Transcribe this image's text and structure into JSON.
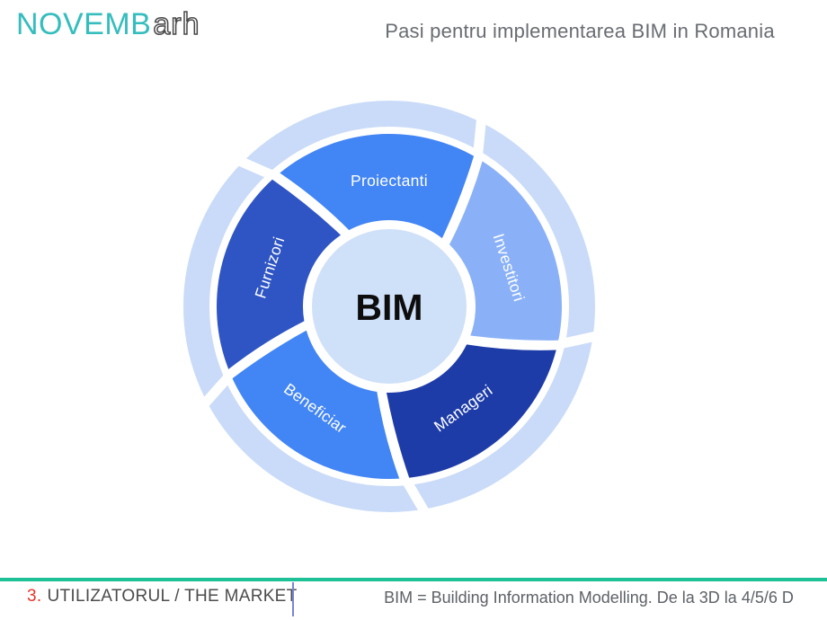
{
  "logo": {
    "primary": "NOVEMB",
    "secondary": "arh",
    "primary_color": "#35bdbd",
    "secondary_outline": "#474747"
  },
  "header": {
    "title": "Pasi pentru implementarea BIM in Romania"
  },
  "diagram": {
    "center_label": "BIM",
    "center_color": "#cfe0f9",
    "ring_color": "#c9dbf8",
    "label_color": "#ffffff",
    "segments": [
      {
        "label": "Proiectanti",
        "color": "#4285f4",
        "angle": 90,
        "label_rotation": 0
      },
      {
        "label": "Investitori",
        "color": "#8ab1f7",
        "angle": 18,
        "label_rotation": 72
      },
      {
        "label": "Manageri",
        "color": "#1e3ca8",
        "angle": -54,
        "label_rotation": -36
      },
      {
        "label": "Beneficiar",
        "color": "#4285f4",
        "angle": 234,
        "label_rotation": 36
      },
      {
        "label": "Furnizori",
        "color": "#2e55c3",
        "angle": 162,
        "label_rotation": -72
      }
    ]
  },
  "footer": {
    "section_number": "3.",
    "section_title": "UTILIZATORUL / THE MARKET",
    "note": "BIM = Building Information Modelling. De la 3D la 4/5/6 D",
    "accent_color": "#1ec096",
    "number_color": "#e5342b",
    "divider_color": "#7b83d6"
  }
}
